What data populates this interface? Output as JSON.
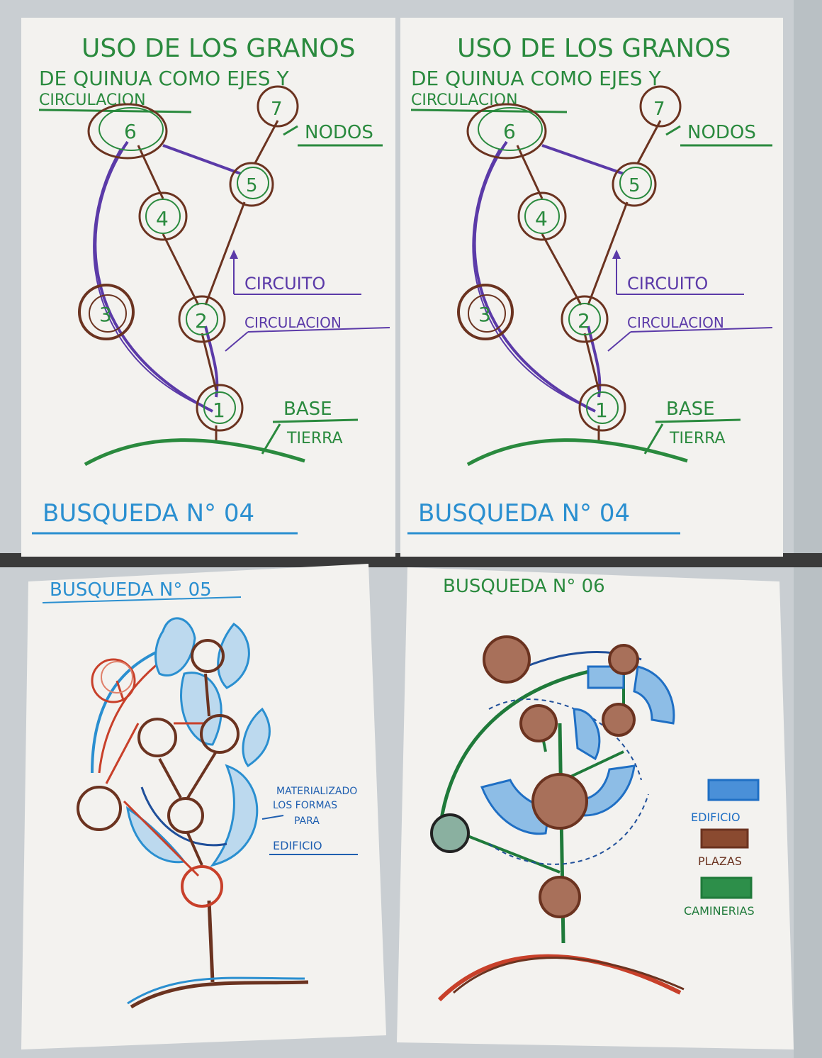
{
  "sheets": {
    "top_left": {
      "title_line1": "USO DE LOS GRANOS",
      "title_line2": "DE QUINUA COMO EJES Y",
      "title_line3": "CIRCULACION",
      "nodos_label": "NODOS",
      "circuito_label": "CIRCUITO",
      "circulacion_label": "CIRCULACION",
      "base_label": "BASE",
      "tierra_label": "TIERRA",
      "footer": "BUSQUEDA N° 04",
      "node_labels": [
        "1",
        "2",
        "3",
        "4",
        "5",
        "6",
        "7"
      ]
    },
    "top_right": {
      "title_line1": "USO DE LOS GRANOS",
      "title_line2": "DE QUINUA COMO EJES Y",
      "title_line3": "CIRCULACION",
      "nodos_label": "NODOS",
      "circuito_label": "CIRCUITO",
      "circulacion_label": "CIRCULACION",
      "base_label": "BASE",
      "tierra_label": "TIERRA",
      "footer": "BUSQUEDA N° 04",
      "node_labels": [
        "1",
        "2",
        "3",
        "4",
        "5",
        "6",
        "7"
      ]
    },
    "bottom_left": {
      "title": "BUSQUEDA N° 05",
      "note_line1": "MATERIALIZADO",
      "note_line2": "LOS FORMAS",
      "note_line3": "PARA",
      "note_line4": "EDIFICIO"
    },
    "bottom_right": {
      "title": "BUSQUEDA N° 06",
      "legend": [
        {
          "label": "EDIFICIO",
          "color": "#1f6fc4"
        },
        {
          "label": "PLAZAS",
          "color": "#6b3320"
        },
        {
          "label": "CAMINERIAS",
          "color": "#1f7a3a"
        }
      ]
    }
  },
  "colors": {
    "green": "#2a8a3e",
    "brown": "#6b3320",
    "purple": "#5b3aa8",
    "blue": "#2a8fd0",
    "red": "#c8402a",
    "paper": "#f3f2ef"
  }
}
